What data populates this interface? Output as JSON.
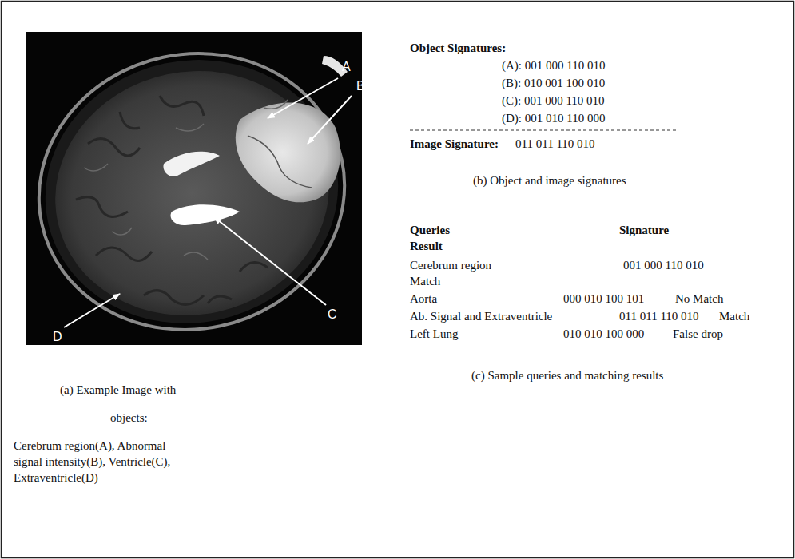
{
  "diagram": {
    "labels": [
      "A",
      "B",
      "C",
      "D",
      "Object Signatures:",
      "(A): 001 000 110 010",
      "(B): 010 001 100 010",
      "(C): 001 000 110 010",
      "(D): 001 010 110 000",
      "Image Signature:",
      "011 011 110 010",
      "(b) Object and image signatures",
      "(a) Example Image with",
      "objects:",
      "Cerebrum region(A), Abnormal signal intensity(B), Ventricle(C), Extraventricle(D)",
      "Queries",
      "Signature",
      "Result",
      "Cerebrum region",
      "001 000 110 010",
      "Match",
      "Aorta",
      "000 010 100 101",
      "No Match",
      "Ab. Signal and Extraventricle",
      "011 011 110 010",
      "Match",
      "Left Lung",
      "010 010 100 000",
      "False drop",
      "(c) Sample queries and matching results"
    ]
  }
}
